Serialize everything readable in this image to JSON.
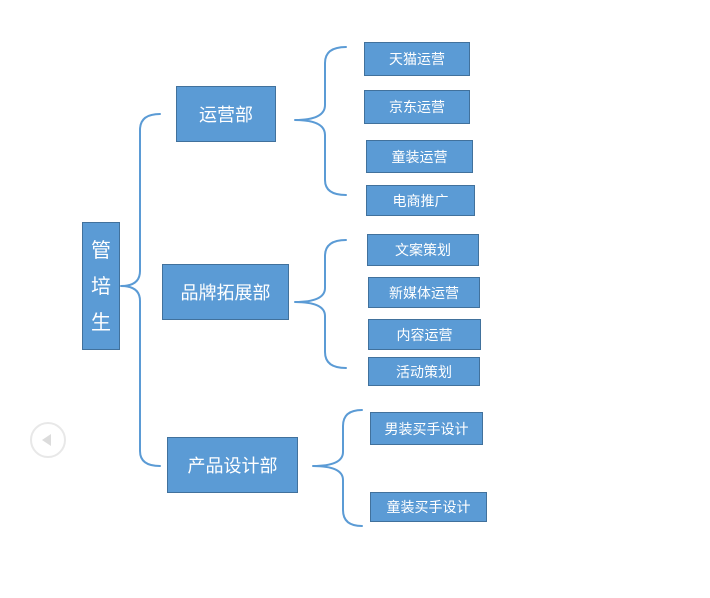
{
  "root": {
    "chars": [
      "管",
      "培",
      "生"
    ]
  },
  "departments": [
    {
      "name": "运营部",
      "roles": [
        "天猫运营",
        "京东运营",
        "童装运营",
        "电商推广"
      ]
    },
    {
      "name": "品牌拓展部",
      "roles": [
        "文案策划",
        "新媒体运营",
        "内容运营",
        "活动策划"
      ]
    },
    {
      "name": "产品设计部",
      "roles": [
        "男装买手设计",
        "童装买手设计"
      ]
    }
  ],
  "colors": {
    "box_fill": "#5b9bd5",
    "box_border": "#41719c",
    "connector": "#5b9bd5"
  },
  "icons": {
    "back": "chevron-left-icon"
  }
}
